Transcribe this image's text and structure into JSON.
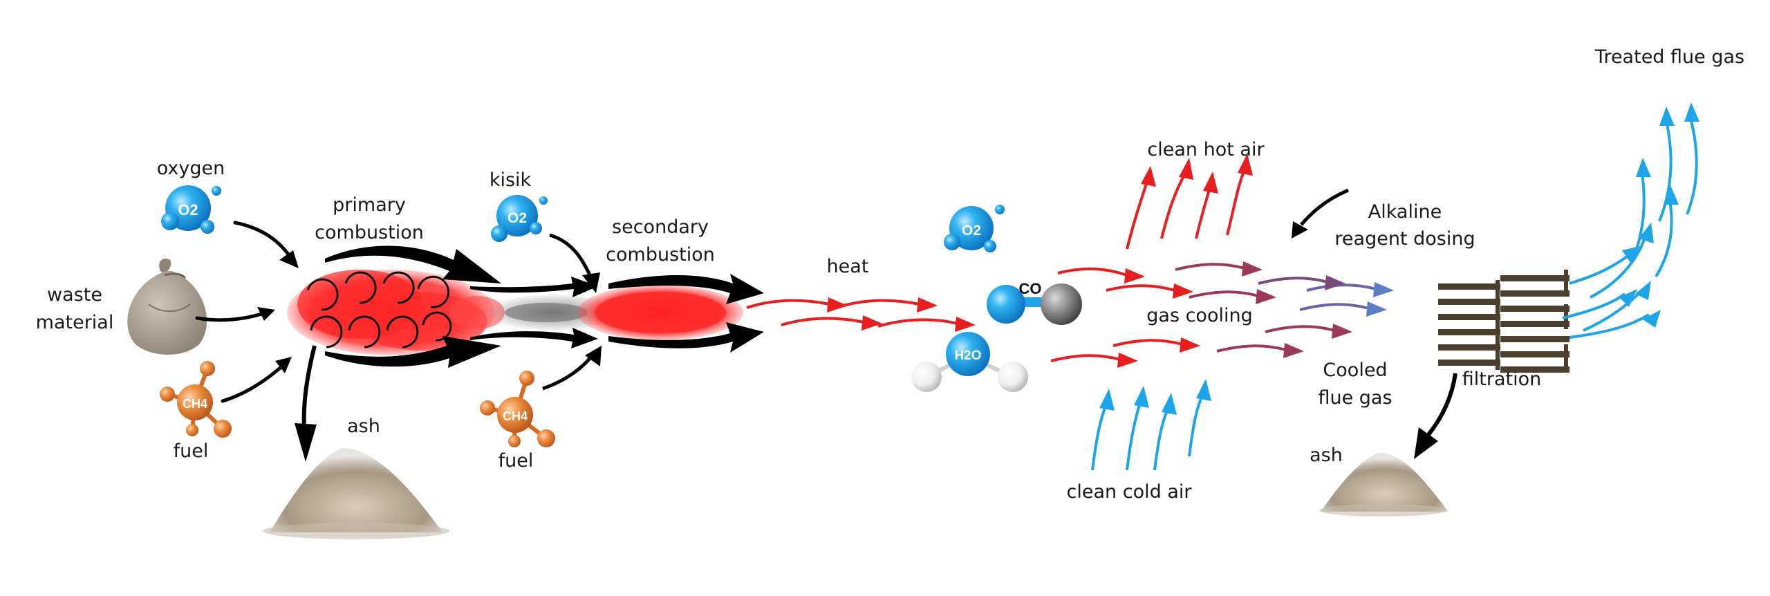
{
  "labels": {
    "oxygen": "oxygen",
    "waste_line1": "waste",
    "waste_line2": "material",
    "fuel_left": "fuel",
    "primary_line1": "primary",
    "primary_line2": "combustion",
    "ash_left": "ash",
    "kisik": "kisik",
    "fuel_mid": "fuel",
    "secondary_line1": "secondary",
    "secondary_line2": "combustion",
    "heat": "heat",
    "clean_hot_air": "clean hot air",
    "gas_cooling": "gas cooling",
    "clean_cold_air": "clean cold air",
    "alkaline_line1": "Alkaline",
    "alkaline_line2": "reagent dosing",
    "cooled_line1": "Cooled",
    "cooled_line2": "flue gas",
    "filtration": "filtration",
    "ash_right": "ash",
    "treated_flue_gas": "Treated flue gas"
  },
  "molecules": {
    "o2": "O2",
    "ch4": "CH4",
    "co": "CO",
    "h2o": "H2O"
  },
  "colors": {
    "oxygen_blue": "#1ea4e9",
    "fuel_orange": "#e07a2e",
    "flame_red": "#ff1a1a",
    "smoke_gray": "#8c8c8c",
    "flow_black": "#000000",
    "cooling_purple": "#8e4a6a",
    "cleaned_blue": "#5b7fc4",
    "filter_brown": "#4a3f2c",
    "ash_tan": "#b8aa96"
  }
}
